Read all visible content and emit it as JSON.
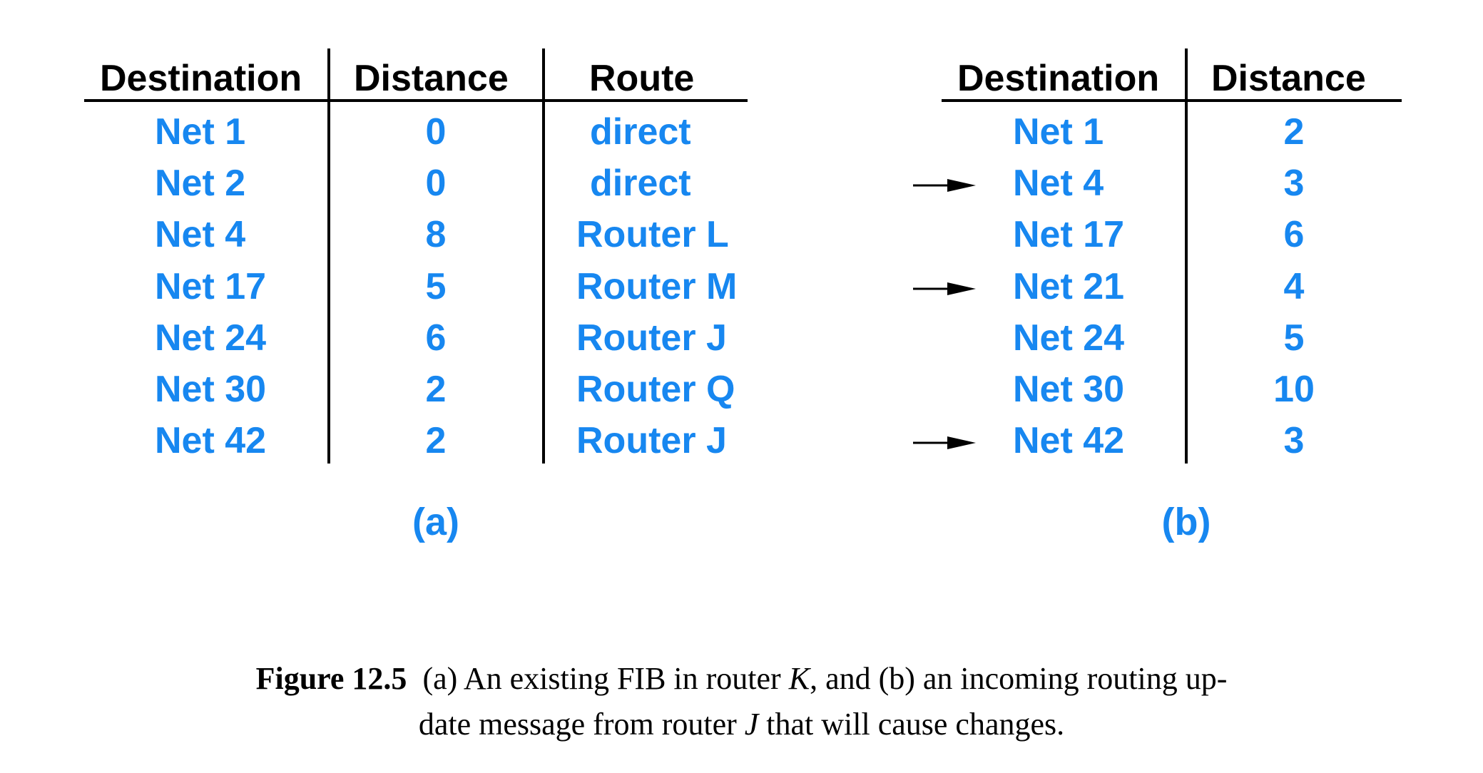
{
  "table_a": {
    "headers": [
      "Destination",
      "Distance",
      "Route"
    ],
    "rows": [
      [
        "Net 1",
        "0",
        "direct"
      ],
      [
        "Net 2",
        "0",
        "direct"
      ],
      [
        "Net 4",
        "8",
        "Router L"
      ],
      [
        "Net 17",
        "5",
        "Router M"
      ],
      [
        "Net 24",
        "6",
        "Router J"
      ],
      [
        "Net 30",
        "2",
        "Router Q"
      ],
      [
        "Net 42",
        "2",
        "Router J"
      ]
    ],
    "label": "(a)"
  },
  "table_b": {
    "headers": [
      "Destination",
      "Distance"
    ],
    "rows": [
      [
        "Net 1",
        "2"
      ],
      [
        "Net 4",
        "3"
      ],
      [
        "Net 17",
        "6"
      ],
      [
        "Net 21",
        "4"
      ],
      [
        "Net 24",
        "5"
      ],
      [
        "Net 30",
        "10"
      ],
      [
        "Net 42",
        "3"
      ]
    ],
    "label": "(b)"
  },
  "arrow_icon": "right-arrow-icon",
  "caption": {
    "figure": "Figure 12.5",
    "text_part1": "(a) An existing FIB in router ",
    "router_k": "K",
    "text_part2": ", and (b) an incoming routing up-",
    "text_part3": "date message from router ",
    "router_j": "J",
    "text_part4": " that will cause changes."
  },
  "colors": {
    "accent": "#1787f0",
    "text": "#000000"
  }
}
